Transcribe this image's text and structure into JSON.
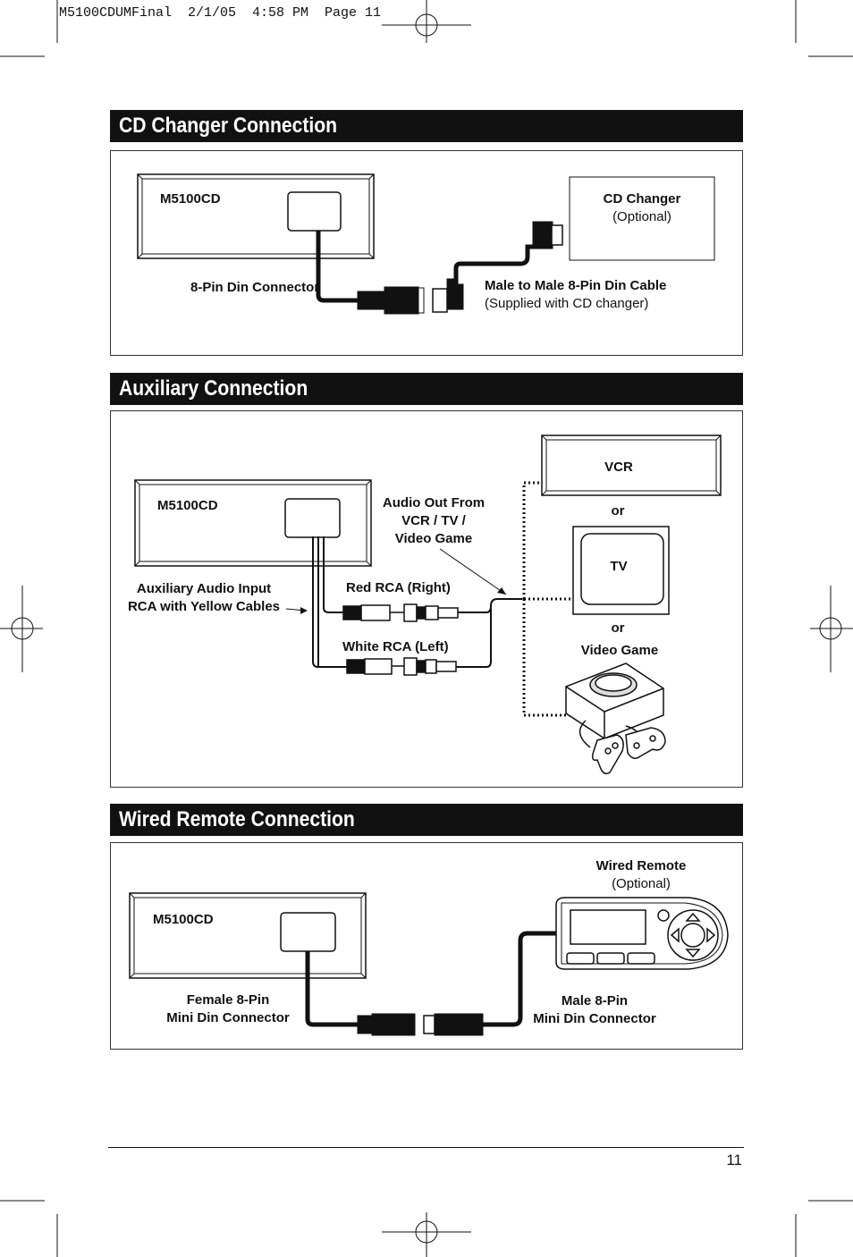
{
  "print_header": "M5100CDUMFinal  2/1/05  4:58 PM  Page 11",
  "sections": {
    "cd_changer": {
      "title": "CD Changer Connection",
      "unit_label": "M5100CD",
      "changer_label": "CD Changer",
      "changer_sub": "(Optional)",
      "connector_label": "8-Pin Din Connector",
      "cable_label": "Male to Male 8-Pin Din Cable",
      "cable_sub": "(Supplied with CD changer)"
    },
    "auxiliary": {
      "title": "Auxiliary Connection",
      "unit_label": "M5100CD",
      "input_label_1": "Auxiliary Audio Input",
      "input_label_2": "RCA with Yellow Cables",
      "audio_out_1": "Audio Out From",
      "audio_out_2": "VCR / TV /",
      "audio_out_3": "Video Game",
      "red_rca": "Red RCA (Right)",
      "white_rca": "White RCA (Left)",
      "vcr": "VCR",
      "or_1": "or",
      "tv": "TV",
      "or_2": "or",
      "video_game": "Video Game"
    },
    "wired_remote": {
      "title": "Wired Remote Connection",
      "unit_label": "M5100CD",
      "remote_label": "Wired Remote",
      "remote_sub": "(Optional)",
      "female_1": "Female 8-Pin",
      "female_2": "Mini Din Connector",
      "male_1": "Male 8-Pin",
      "male_2": "Mini Din Connector"
    }
  },
  "page_number": "11"
}
